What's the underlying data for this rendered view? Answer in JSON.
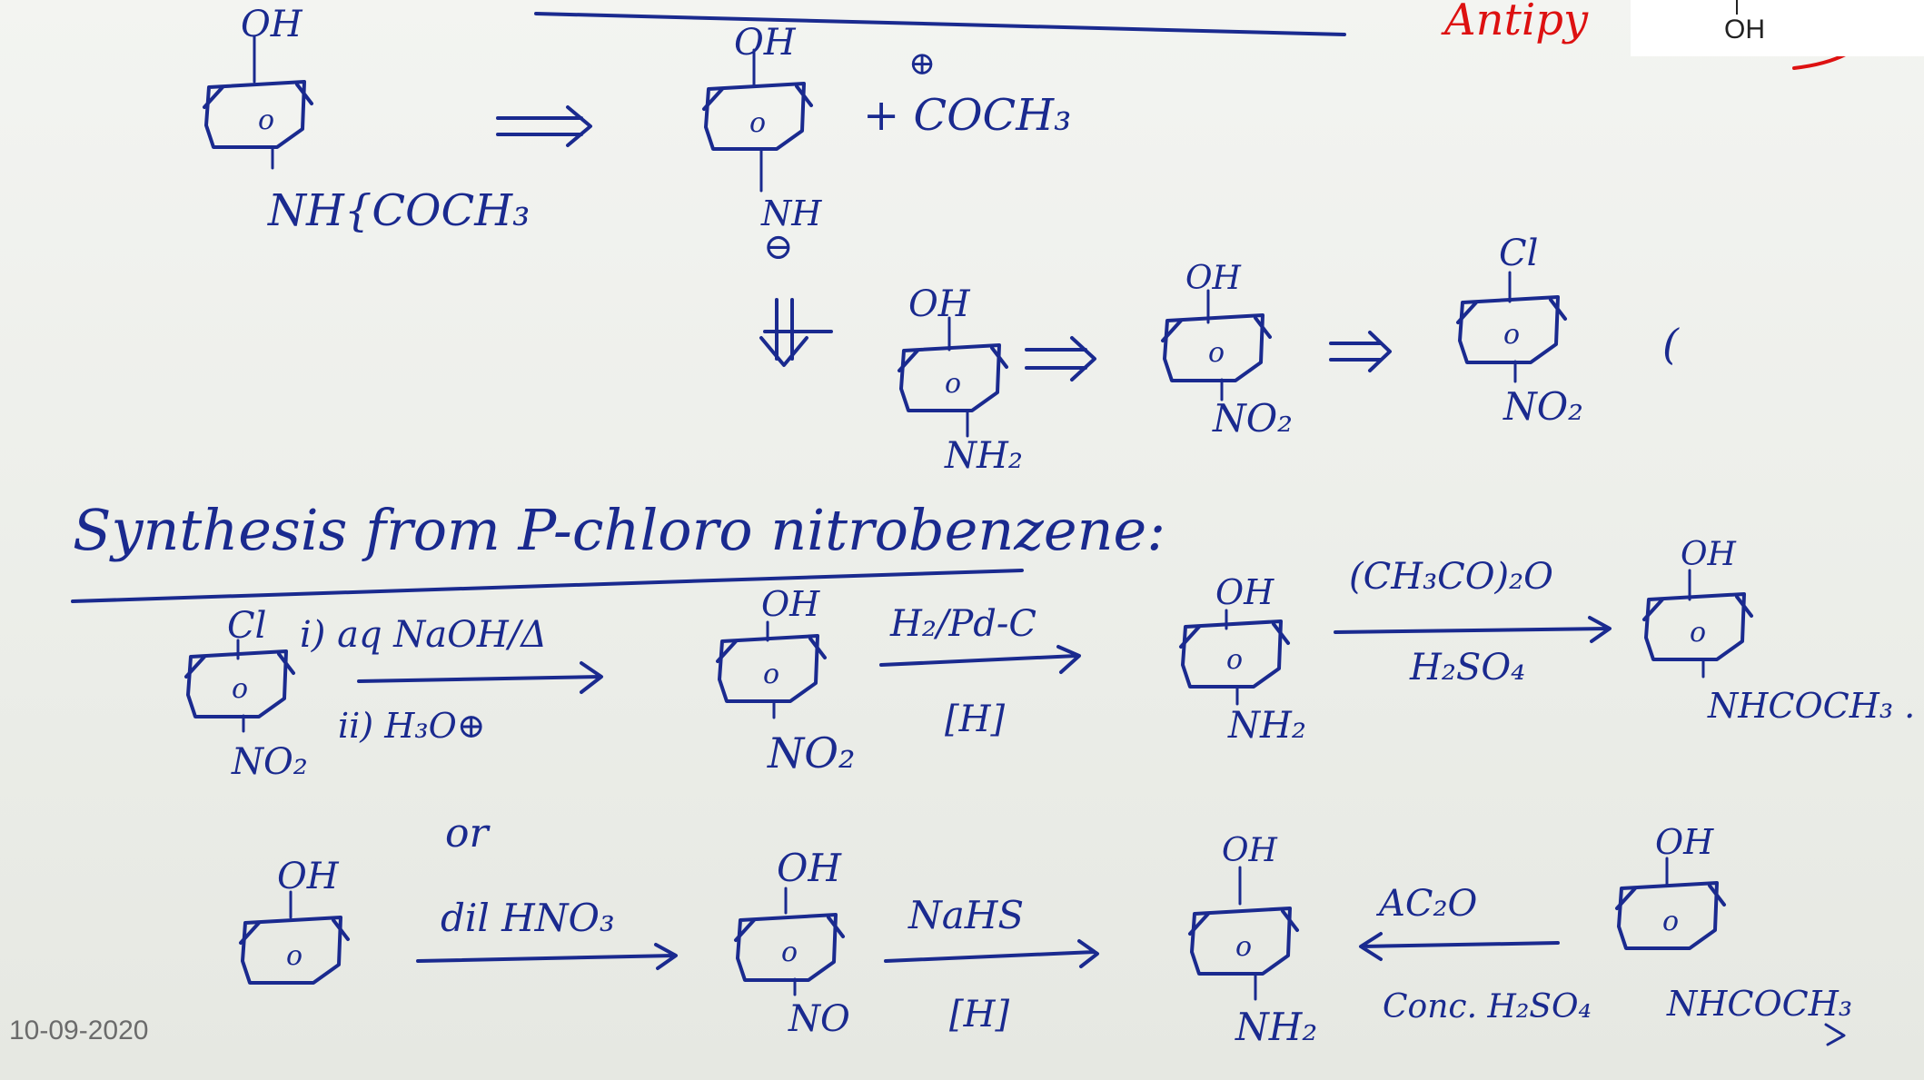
{
  "slide": {
    "date": "10-09-2020",
    "corner_label": "OH",
    "red_note": "Antipy"
  },
  "handwriting": {
    "scheme1": {
      "start_top": "OH",
      "start_bottom": "NH{COCH₃",
      "mid_top": "OH",
      "mid_plus": "+ COCH₃",
      "mid_charge": "⊕",
      "mid_bottom": "NH",
      "mid_minus": "⊖",
      "r2_a_top": "OH",
      "r2_a_bottom": "NH₂",
      "r2_b_top": "OH",
      "r2_b_bottom": "NO₂",
      "r2_c_top": "Cl",
      "r2_c_bottom": "NO₂"
    },
    "heading": "Synthesis from P-chloro nitrobenzene:",
    "scheme2": {
      "s1_top": "Cl",
      "s1_bottom": "NO₂",
      "a1_above": "i) aq NaOH/Δ",
      "a1_below": "ii) H₃O⊕",
      "s2_top": "OH",
      "s2_bottom": "NO₂",
      "a2_above": "H₂/Pd-C",
      "a2_below": "[H]",
      "s3_top": "OH",
      "s3_bottom": "NH₂",
      "a3_above": "(CH₃CO)₂O",
      "a3_below": "H₂SO₄",
      "s4_top": "OH",
      "s4_bottom": "NHCOCH₃ ."
    },
    "or_label": "or",
    "scheme3": {
      "s1_top": "OH",
      "a1_above": "dil HNO₃",
      "s2_top": "OH",
      "s2_bottom": "NO",
      "a2_above": "NaHS",
      "a2_below": "[H]",
      "s3_top": "OH",
      "s3_bottom": "NH₂",
      "a3_above": "AC₂O",
      "a3_below": "Conc. H₂SO₄",
      "s4_top": "OH",
      "s4_bottom": "NHCOCH₃"
    },
    "ring_letter": "o",
    "stray_mark": "("
  },
  "colors": {
    "ink": "#1a2a8f",
    "red_ink": "#dd1111",
    "paper": "#eef0ec"
  }
}
